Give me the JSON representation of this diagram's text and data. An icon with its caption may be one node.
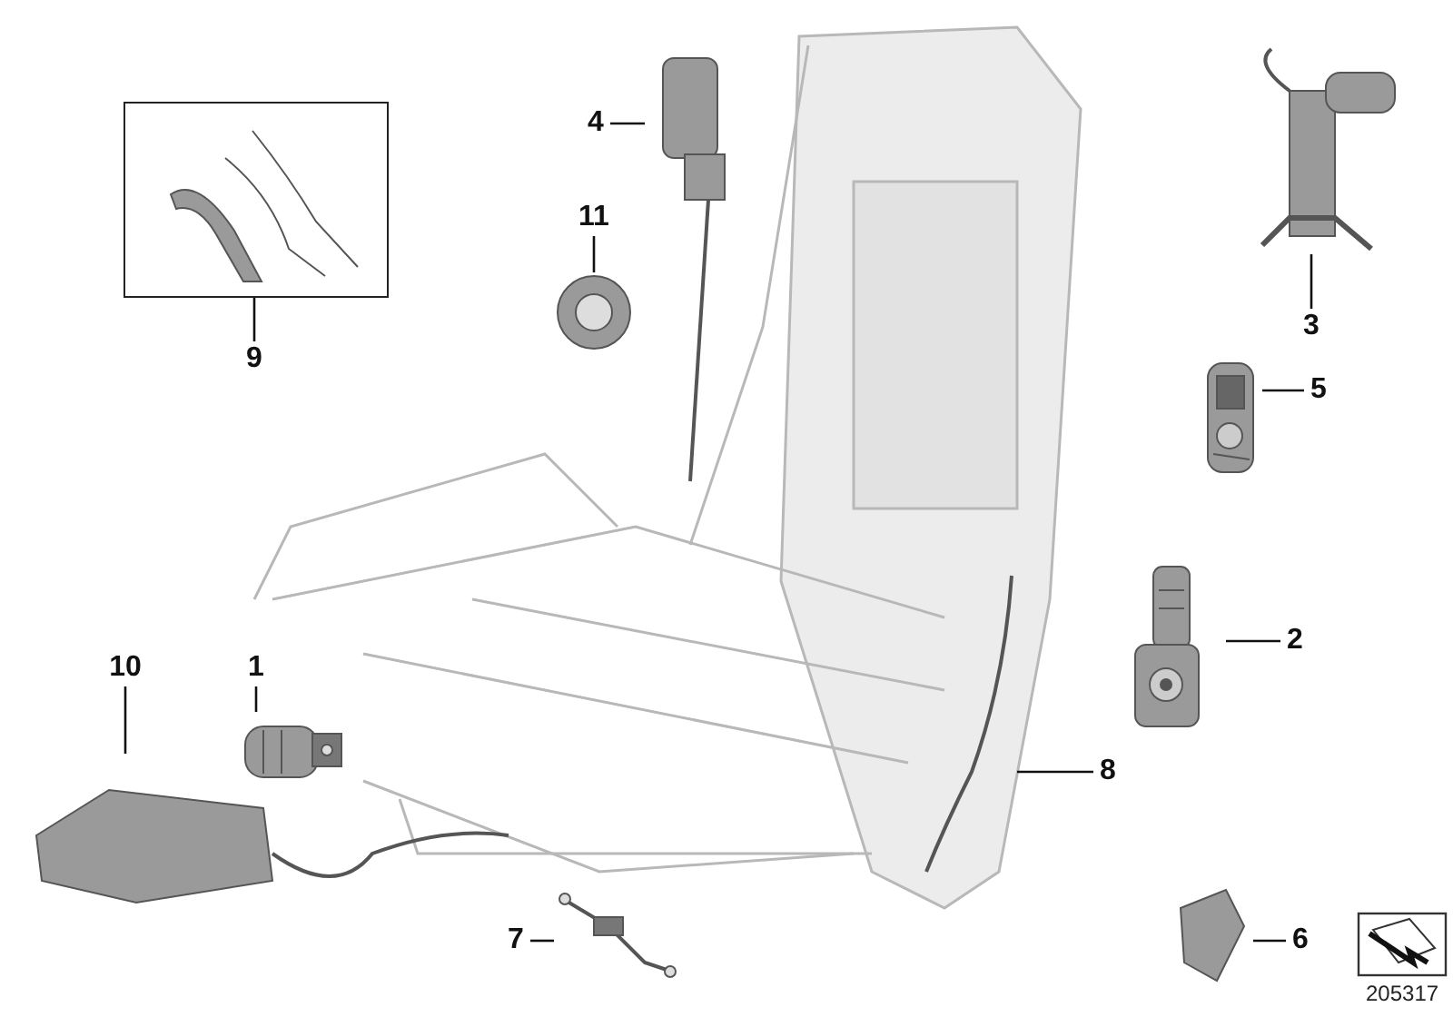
{
  "diagram": {
    "nodes": [
      {
        "text": [
          "4"
        ]
      },
      {
        "text": [],
        "shape": "picture"
      },
      {
        "text": [],
        "shape": "box"
      },
      {
        "text": [],
        "shape": "picture",
        "in": 2
      },
      {
        "text": [
          "11"
        ]
      },
      {
        "text": [],
        "shape": "picture"
      },
      {
        "text": [
          "3"
        ]
      },
      {
        "text": [],
        "shape": "picture"
      },
      {
        "text": [
          "9"
        ]
      },
      {
        "text": [
          "5"
        ]
      },
      {
        "text": [],
        "shape": "picture"
      },
      {
        "text": [
          "2"
        ]
      },
      {
        "text": [],
        "shape": "picture"
      },
      {
        "text": [
          "10"
        ]
      },
      {
        "text": [],
        "shape": "picture"
      },
      {
        "text": [
          "1"
        ]
      },
      {
        "text": [],
        "shape": "picture"
      },
      {
        "text": [
          "8"
        ]
      },
      {
        "text": [],
        "shape": "picture"
      },
      {
        "text": [
          "7"
        ]
      },
      {
        "text": [],
        "shape": "picture"
      },
      {
        "text": [
          "6"
        ]
      },
      {
        "text": [],
        "shape": "picture"
      }
    ],
    "edges": [
      {
        "from": 0,
        "to": 1,
        "arrow": "none"
      },
      {
        "from": 4,
        "to": 5,
        "arrow": "none"
      },
      {
        "from": 6,
        "to": 7,
        "arrow": "none"
      },
      {
        "from": 8,
        "to": 2,
        "arrow": "none"
      },
      {
        "from": 9,
        "to": 10,
        "arrow": "none"
      },
      {
        "from": 11,
        "to": 12,
        "arrow": "none"
      },
      {
        "from": 13,
        "to": 14,
        "arrow": "none"
      },
      {
        "from": 15,
        "to": 16,
        "arrow": "none"
      },
      {
        "from": 17,
        "to": 18,
        "arrow": "none"
      },
      {
        "from": 19,
        "to": 20,
        "arrow": "none"
      },
      {
        "from": 21,
        "to": 22,
        "arrow": "none"
      }
    ],
    "labels": [
      "205317"
    ]
  }
}
